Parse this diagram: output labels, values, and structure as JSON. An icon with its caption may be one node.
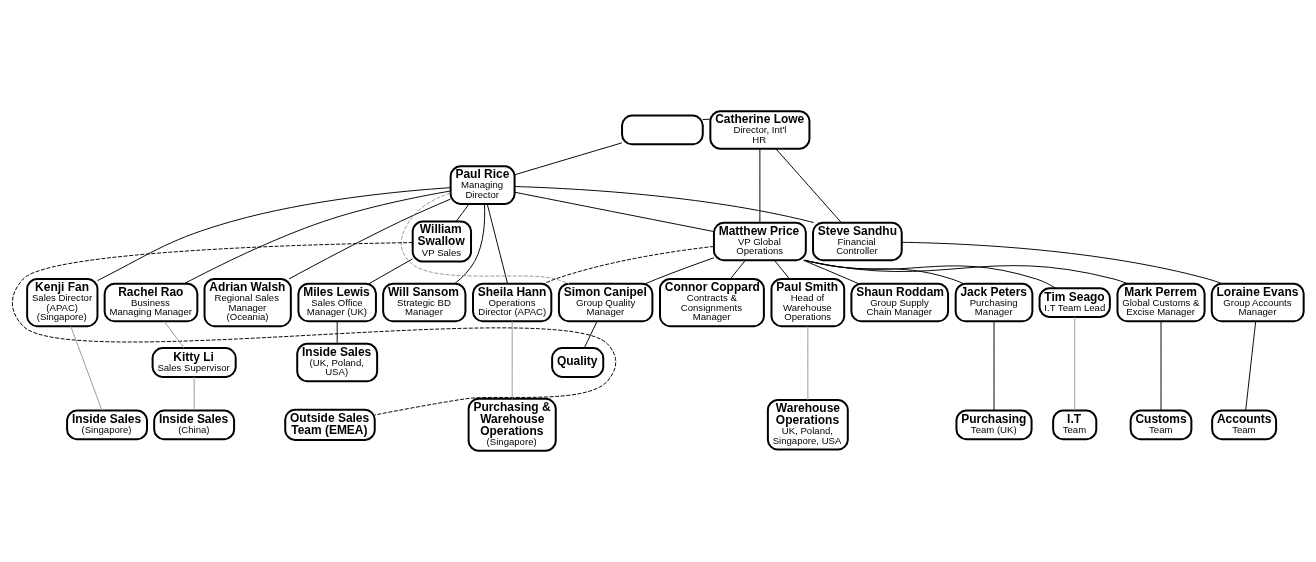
{
  "diagram": {
    "nodes": [
      {
        "text": [],
        "shape": "box"
      },
      {
        "text": [
          "Catherine Lowe",
          "Director, Int'l HR"
        ]
      },
      {
        "text": [
          "Paul Rice",
          "Managing Director"
        ]
      },
      {
        "text": [
          "William Swallow",
          "VP Sales"
        ]
      },
      {
        "text": [
          "Matthew Price",
          "VP Global Operations"
        ]
      },
      {
        "text": [
          "Steve Sandhu",
          "Financial Controller"
        ]
      },
      {
        "text": [
          "Kenji Fan",
          "Sales Director (APAC) (Singapore)"
        ]
      },
      {
        "text": [
          "Rachel Rao",
          "Business Managing Manager"
        ]
      },
      {
        "text": [
          "Adrian Walsh",
          "Regional Sales Manager (Oceania)"
        ]
      },
      {
        "text": [
          "Miles Lewis",
          "Sales Office Manager (UK)"
        ]
      },
      {
        "text": [
          "Will Sansom",
          "Strategic BD Manager"
        ]
      },
      {
        "text": [
          "Sheila Hann",
          "Operations Director (APAC)"
        ]
      },
      {
        "text": [
          "Simon Canipel",
          "Group Quality Manager"
        ]
      },
      {
        "text": [
          "Connor Coppard",
          "Contracts & Consignments Manager"
        ]
      },
      {
        "text": [
          "Paul Smith",
          "Head of Warehouse Operations"
        ]
      },
      {
        "text": [
          "Shaun Roddam",
          "Group Supply Chain Manager"
        ]
      },
      {
        "text": [
          "Jack Peters",
          "Purchasing Manager"
        ]
      },
      {
        "text": [
          "Tim Seago",
          "I.T Team Lead"
        ]
      },
      {
        "text": [
          "Mark Perrem",
          "Global Customs & Excise Manager"
        ]
      },
      {
        "text": [
          "Loraine Evans",
          "Group Accounts Manager"
        ]
      },
      {
        "text": [
          "Kitty Li",
          "Sales Supervisor"
        ]
      },
      {
        "text": [
          "Inside Sales",
          "(Singapore)"
        ]
      },
      {
        "text": [
          "Quality"
        ]
      },
      {
        "text": [
          "Inside Sales",
          "(UK, Poland, USA)"
        ]
      },
      {
        "text": [
          "Inside Sales",
          "(China)"
        ]
      },
      {
        "text": [
          "Outside Sales Team (EMEA)"
        ]
      },
      {
        "text": [
          "Purchasing & Warehouse Operations",
          "(Singapore)"
        ]
      },
      {
        "text": [
          "Warehouse Operations",
          "UK, Poland, Singapore, USA"
        ]
      },
      {
        "text": [
          "Purchasing",
          "Team (UK)"
        ]
      },
      {
        "text": [
          "I.T",
          "Team"
        ]
      },
      {
        "text": [
          "Customs",
          "Team"
        ]
      },
      {
        "text": [
          "Accounts",
          "Team"
        ]
      }
    ],
    "edges": [
      {
        "from": 0,
        "to": 2,
        "arrow": "none"
      },
      {
        "from": 0,
        "to": 1,
        "arrow": "none"
      },
      {
        "from": 2,
        "to": 6,
        "arrow": "none"
      },
      {
        "from": 2,
        "to": 7,
        "arrow": "none"
      },
      {
        "from": 2,
        "to": 8,
        "arrow": "none"
      },
      {
        "from": 2,
        "to": 3,
        "arrow": "none"
      },
      {
        "from": 2,
        "to": 10,
        "arrow": "none"
      },
      {
        "from": 2,
        "to": 11,
        "arrow": "none"
      },
      {
        "from": 2,
        "to": 4,
        "arrow": "none"
      },
      {
        "from": 2,
        "to": 5,
        "arrow": "none"
      },
      {
        "from": 1,
        "to": 4,
        "arrow": "none"
      },
      {
        "from": 1,
        "to": 5,
        "arrow": "none"
      },
      {
        "from": 2,
        "to": 12,
        "arrow": "none",
        "style": "dashed",
        "color": "#999999"
      },
      {
        "from": 4,
        "to": 11,
        "arrow": "none",
        "style": "dashed"
      },
      {
        "from": 3,
        "to": 25,
        "arrow": "none",
        "style": "dashed"
      },
      {
        "from": 3,
        "to": 9,
        "arrow": "none"
      },
      {
        "from": 4,
        "to": 12,
        "arrow": "none"
      },
      {
        "from": 4,
        "to": 13,
        "arrow": "none"
      },
      {
        "from": 4,
        "to": 14,
        "arrow": "none"
      },
      {
        "from": 4,
        "to": 15,
        "arrow": "none"
      },
      {
        "from": 4,
        "to": 16,
        "arrow": "none"
      },
      {
        "from": 4,
        "to": 17,
        "arrow": "none"
      },
      {
        "from": 4,
        "to": 18,
        "arrow": "none"
      },
      {
        "from": 5,
        "to": 19,
        "arrow": "none"
      },
      {
        "from": 6,
        "to": 21,
        "arrow": "none",
        "color": "#999999"
      },
      {
        "from": 7,
        "to": 20,
        "arrow": "none",
        "color": "#999999"
      },
      {
        "from": 20,
        "to": 24,
        "arrow": "none",
        "color": "#999999"
      },
      {
        "from": 9,
        "to": 23,
        "arrow": "none"
      },
      {
        "from": 12,
        "to": 22,
        "arrow": "none"
      },
      {
        "from": 11,
        "to": 26,
        "arrow": "none",
        "color": "#999999"
      },
      {
        "from": 14,
        "to": 27,
        "arrow": "none",
        "color": "#999999"
      },
      {
        "from": 16,
        "to": 28,
        "arrow": "none"
      },
      {
        "from": 17,
        "to": 29,
        "arrow": "none",
        "color": "#999999"
      },
      {
        "from": 18,
        "to": 30,
        "arrow": "none"
      },
      {
        "from": 19,
        "to": 31,
        "arrow": "none"
      }
    ]
  }
}
